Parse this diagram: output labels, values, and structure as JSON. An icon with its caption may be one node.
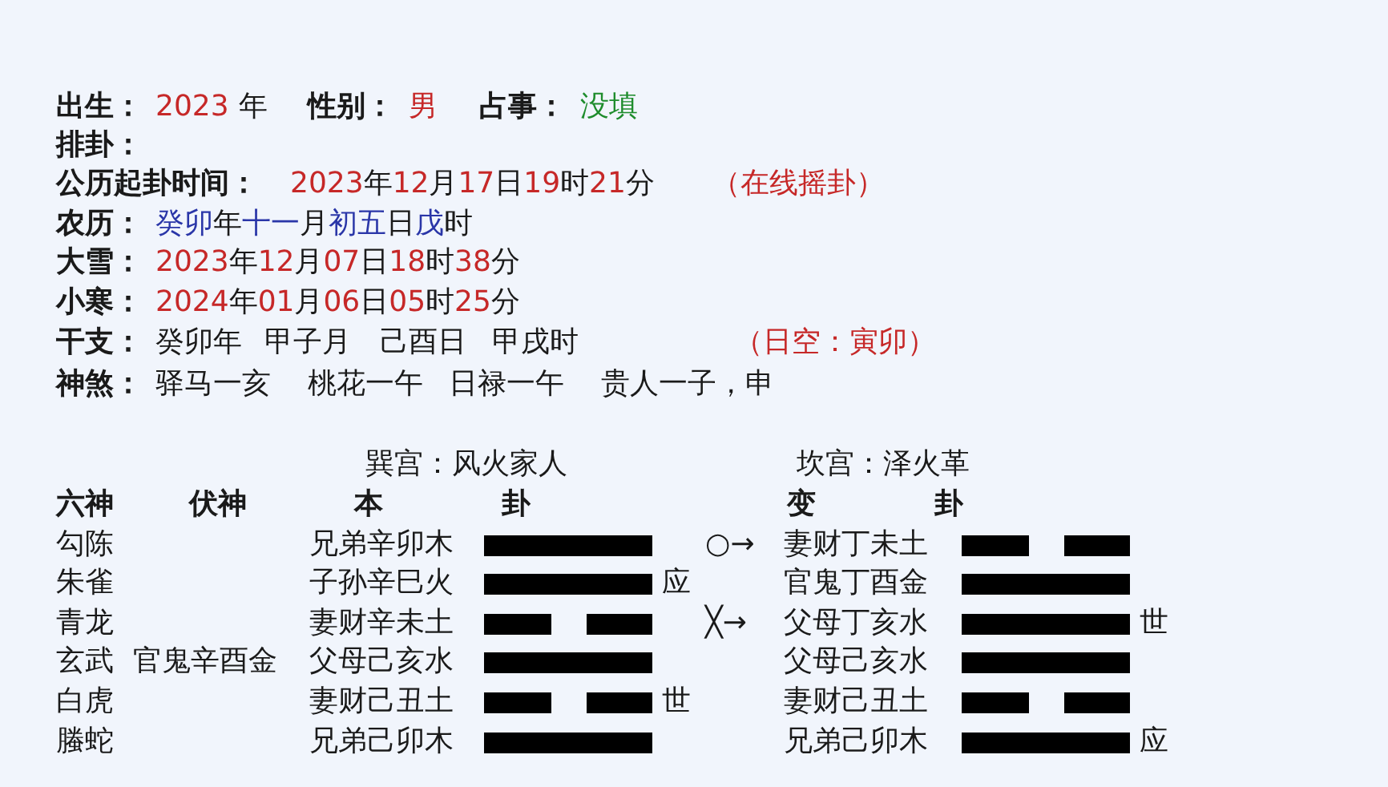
{
  "diagram": {
    "labels": [
      "出生：",
      "2023",
      "年",
      "性别：",
      "男",
      "占事：",
      "没填",
      "排卦：",
      "公历起卦时间：",
      "2023年12月17日19时21分",
      "（在线摇卦）",
      "农历：",
      "癸卯年十一月初五日戊时",
      "大雪：",
      "2023年12月07日18时38分",
      "小寒：",
      "2024年01月06日05时25分",
      "干支：",
      "癸卯年",
      "甲子月",
      "己酉日",
      "甲戌时",
      "（日空：寅卯）",
      "神煞：",
      "驿马一亥",
      "桃花一午",
      "日禄一午",
      "贵人一子，申",
      "巽宫：风火家人",
      "坎宫：泽火革",
      "六神",
      "伏神",
      "本",
      "卦",
      "变",
      "卦",
      "勾陈",
      "兄弟辛卯木",
      "○→",
      "妻财丁未土",
      "朱雀",
      "子孙辛巳火",
      "应",
      "官鬼丁酉金",
      "青龙",
      "妻财辛未土",
      "╳→",
      "父母丁亥水",
      "世",
      "玄武",
      "官鬼辛酉金",
      "父母己亥水",
      "父母己亥水",
      "白虎",
      "妻财己丑土",
      "世",
      "妻财己丑土",
      "螣蛇",
      "兄弟己卯木",
      "兄弟己卯木",
      "应"
    ]
  }
}
